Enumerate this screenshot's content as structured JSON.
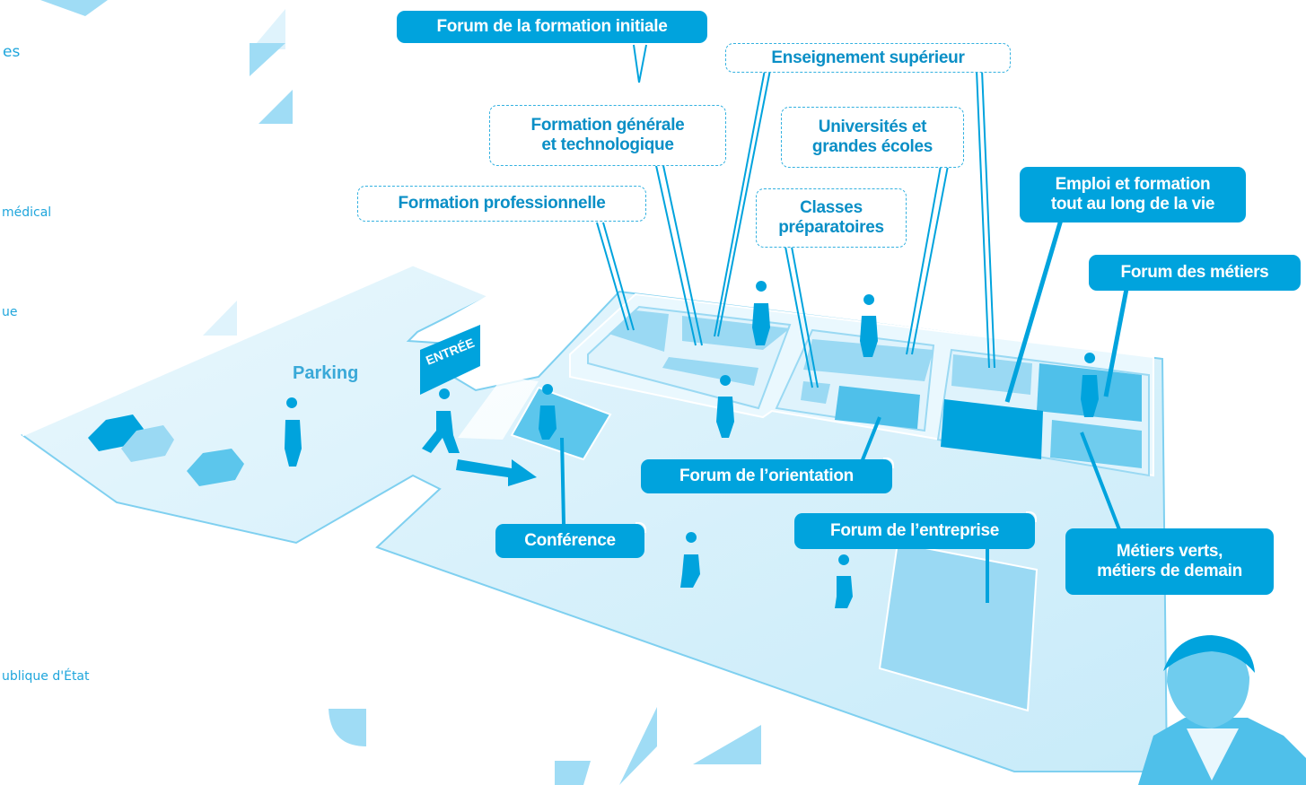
{
  "sidebar_fragments": [
    "es",
    "médical",
    "ue",
    "ublique d'État"
  ],
  "map": {
    "parking": "Parking",
    "entrance": "ENTRÉE"
  },
  "labels": {
    "forum_formation_initiale": "Forum de la formation initiale",
    "enseignement_superieur": "Enseignement supérieur",
    "formation_generale": "Formation générale\net technologique",
    "universites": "Universités et\ngrandes écoles",
    "formation_professionnelle": "Formation professionnelle",
    "classes_preparatoires": "Classes\npréparatoires",
    "emploi_formation": "Emploi et formation\ntout au long de la vie",
    "forum_metiers": "Forum des métiers",
    "forum_orientation": "Forum de l’orientation",
    "conference": "Conférence",
    "forum_entreprise": "Forum de l’entreprise",
    "metiers_verts": "Métiers verts,\nmétiers de demain"
  },
  "colors": {
    "brand_blue": "#00a3dd",
    "floor": "#d6f0fb",
    "zone_light": "#9ad9f3",
    "zone_dark": "#00a3dd",
    "outline_text": "#0a8fc6"
  }
}
